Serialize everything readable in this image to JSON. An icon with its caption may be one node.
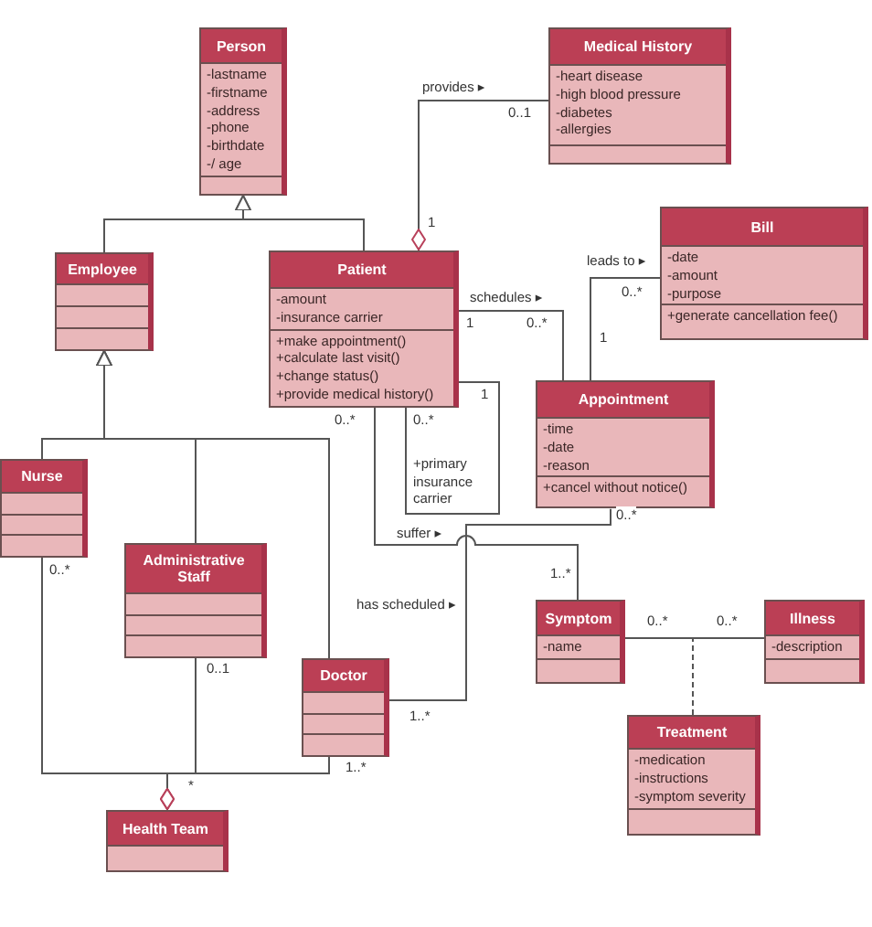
{
  "diagram": {
    "nodes": [
      {
        "text": [
          "Person",
          "-lastname",
          "-firstname",
          "-address",
          "-phone",
          "-birthdate",
          "-/ age"
        ]
      },
      {
        "text": [
          "Medical History",
          "-heart disease",
          "-high blood pressure",
          "-diabetes",
          "-allergies"
        ]
      },
      {
        "text": [
          "Bill",
          "-date",
          "-amount",
          "-purpose",
          "+generate cancellation fee()"
        ]
      },
      {
        "text": [
          "Employee"
        ]
      },
      {
        "text": [
          "Patient",
          "-amount",
          "-insurance carrier",
          "+make appointment()",
          "+calculate last visit()",
          "+change status()",
          "+provide medical history()"
        ]
      },
      {
        "text": [
          "Appointment",
          "-time",
          "-date",
          "-reason",
          "+cancel without notice()"
        ]
      },
      {
        "text": [
          "Nurse"
        ]
      },
      {
        "text": [
          "Administrative Staff"
        ]
      },
      {
        "text": [
          "Symptom",
          "-name"
        ]
      },
      {
        "text": [
          "Illness",
          "-description"
        ]
      },
      {
        "text": [
          "Doctor"
        ]
      },
      {
        "text": [
          "Treatment",
          "-medication",
          "-instructions",
          "-symptom severity"
        ]
      },
      {
        "text": [
          "Health Team"
        ]
      }
    ],
    "edges": [
      {
        "from": 3,
        "to": 0,
        "arrow": "to"
      },
      {
        "from": 4,
        "to": 0,
        "arrow": "to"
      },
      {
        "from": 6,
        "to": 3,
        "arrow": "to"
      },
      {
        "from": 7,
        "to": 3,
        "arrow": "to"
      },
      {
        "from": 10,
        "to": 3,
        "arrow": "to"
      },
      {
        "from": 1,
        "to": 4,
        "arrow": "other",
        "label": "provides ▸"
      },
      {
        "from": 4,
        "to": 5,
        "arrow": "none",
        "label": "schedules ▸"
      },
      {
        "from": 5,
        "to": 2,
        "arrow": "none",
        "label": "leads to ▸"
      },
      {
        "from": 4,
        "to": 4,
        "arrow": "none",
        "label": "+primary insurance carrier"
      },
      {
        "from": 4,
        "to": 8,
        "arrow": "none",
        "label": "suffer ▸"
      },
      {
        "from": 10,
        "to": 5,
        "arrow": "none",
        "label": "has scheduled ▸"
      },
      {
        "from": 8,
        "to": 9,
        "arrow": "none"
      },
      {
        "from": 11,
        "to": null,
        "arrow": "none",
        "style": "dashed"
      },
      {
        "from": 6,
        "to": 12,
        "arrow": "other"
      },
      {
        "from": 7,
        "to": 12,
        "arrow": "other"
      },
      {
        "from": 10,
        "to": 12,
        "arrow": "other"
      }
    ],
    "labels": [
      "0..1",
      "1",
      "0..*",
      "1",
      "0..*",
      "1",
      "1",
      "0..*",
      "0..*",
      "0..*",
      "0..*",
      "1..*",
      "0..*",
      "0..*",
      "0..1",
      "1..*",
      "1..*",
      "*"
    ]
  }
}
